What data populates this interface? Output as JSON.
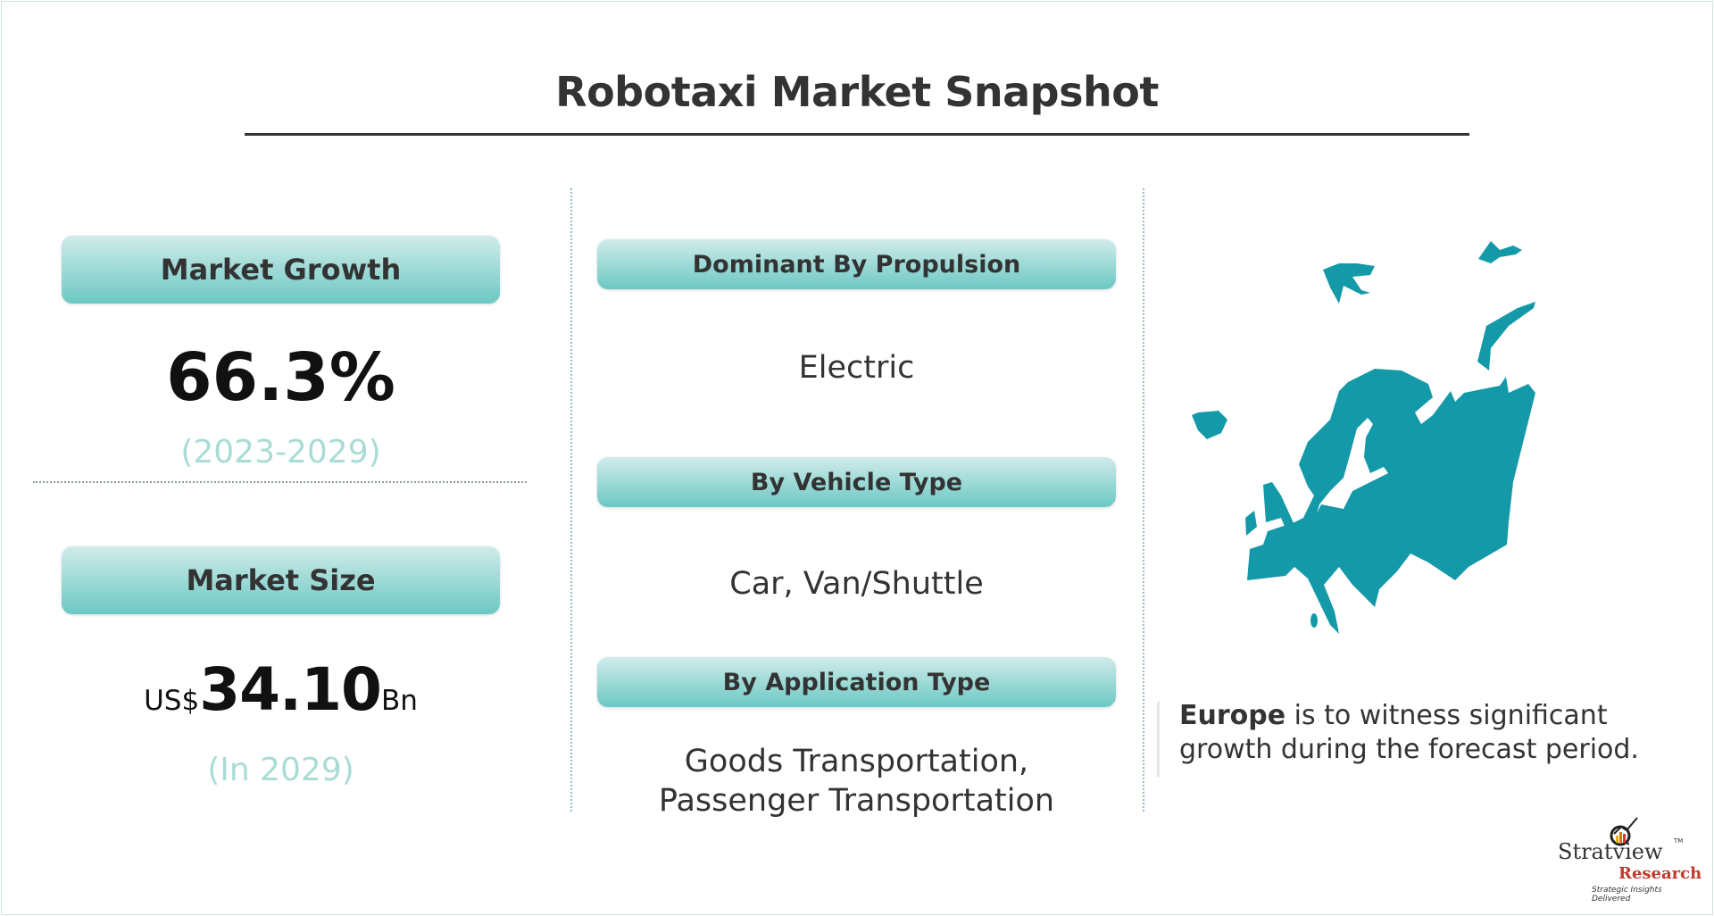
{
  "title": "Robotaxi Market Snapshot",
  "left": {
    "growth_label": "Market Growth",
    "growth_value": "66.3%",
    "growth_period": "(2023-2029)",
    "size_label": "Market Size",
    "size_prefix": "US$",
    "size_value": "34.10",
    "size_unit": "Bn",
    "size_period": "(In 2029)"
  },
  "middle": [
    {
      "label": "Dominant By Propulsion",
      "value": "Electric"
    },
    {
      "label": "By Vehicle Type",
      "value": "Car, Van/Shuttle"
    },
    {
      "label": "By Application Type",
      "value": "Goods Transportation,",
      "value2": "Passenger Transportation"
    }
  ],
  "right": {
    "region": "Europe",
    "line1": " is to witness significant",
    "line2": "growth during the forecast period."
  },
  "logo": {
    "name": "Stratview",
    "tm": "TM",
    "sub": "Research",
    "tagline": "Strategic Insights Delivered"
  },
  "colors": {
    "map": "#1499a8",
    "accent": "#6cc8c3"
  }
}
